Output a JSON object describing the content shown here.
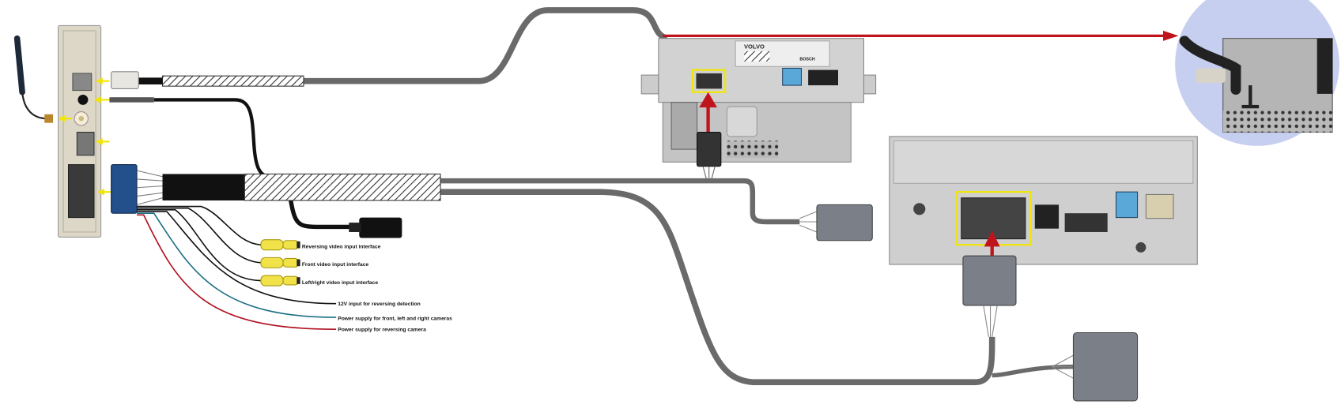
{
  "labels": {
    "reversing_video": "Reversing video input interface",
    "front_video": "Front video input interface",
    "leftright_video": "Left/right video input interface",
    "reversing_detection": "12V input for reversing detection",
    "power_front": "Power supply for front, left and right cameras",
    "power_reversing": "Power supply for reversing camera"
  },
  "logos": {
    "unit_brand": "VOLVO",
    "unit_maker": "BOSCH"
  },
  "colors": {
    "highlight_box": "#f2e600",
    "arrow_red": "#c0141c",
    "cable_grey": "#6a6a6a",
    "wire_teal": "#1d6f86",
    "wire_red": "#b01020",
    "rca_yellow": "#f1e24a",
    "zoom_circle": "#c7cff0",
    "fakra_blue": "#5aa8d8"
  }
}
